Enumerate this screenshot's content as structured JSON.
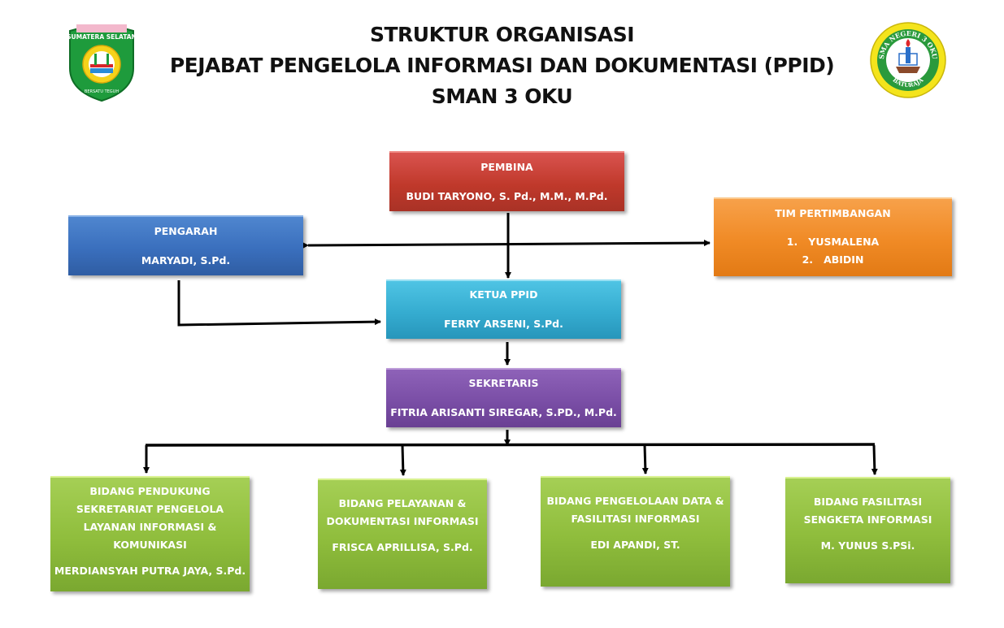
{
  "header": {
    "title_line1": "STRUKTUR ORGANISASI",
    "title_line2": "PEJABAT PENGELOLA INFORMASI DAN DOKUMENTASI (PPID)",
    "title_line3": "SMAN 3 OKU"
  },
  "logos": {
    "left": {
      "text_top": "SUMATERA SELATAN",
      "text_bottom": "BERSATU TEGUH",
      "icon": "sumsel-province-emblem-icon"
    },
    "right": {
      "text_top": "SMA NEGERI 3 OKU",
      "text_bottom": "BATURAJA",
      "icon": "sman3-oku-school-emblem-icon"
    }
  },
  "org": {
    "pembina": {
      "role": "PEMBINA",
      "name": "BUDI TARYONO, S. Pd., M.M., M.Pd.",
      "color": "#c0392b"
    },
    "pengarah": {
      "role": "PENGARAH",
      "name": "MARYADI, S.Pd.",
      "color": "#3a6fbd"
    },
    "tim_pertimbangan": {
      "role": "TIM PERTIMBANGAN",
      "members": [
        "1.   YUSMALENA",
        "2.   ABIDIN"
      ],
      "color": "#f08a25"
    },
    "ketua": {
      "role": "KETUA PPID",
      "name": "FERRY ARSENI, S.Pd.",
      "color": "#35acd0"
    },
    "sekretaris": {
      "role": "SEKRETARIS",
      "name": "FITRIA ARISANTI SIREGAR, S.PD., M.Pd.",
      "color": "#7a4ea6"
    },
    "bidang": [
      {
        "role_lines": [
          "BIDANG PENDUKUNG",
          "SEKRETARIAT PENGELOLA",
          "LAYANAN INFORMASI &",
          "KOMUNIKASI"
        ],
        "name": "MERDIANSYAH PUTRA JAYA, S.Pd."
      },
      {
        "role_lines": [
          "BIDANG PELAYANAN &",
          "DOKUMENTASI INFORMASI"
        ],
        "name": "FRISCA APRILLISA, S.Pd."
      },
      {
        "role_lines": [
          "BIDANG PENGELOLAAN DATA &",
          "FASILITASI INFORMASI"
        ],
        "name": "EDI APANDI, ST."
      },
      {
        "role_lines": [
          "BIDANG FASILITASI",
          "SENGKETA INFORMASI"
        ],
        "name": "M. YUNUS S.PSi."
      }
    ],
    "bidang_color": "#8fbd3c"
  }
}
